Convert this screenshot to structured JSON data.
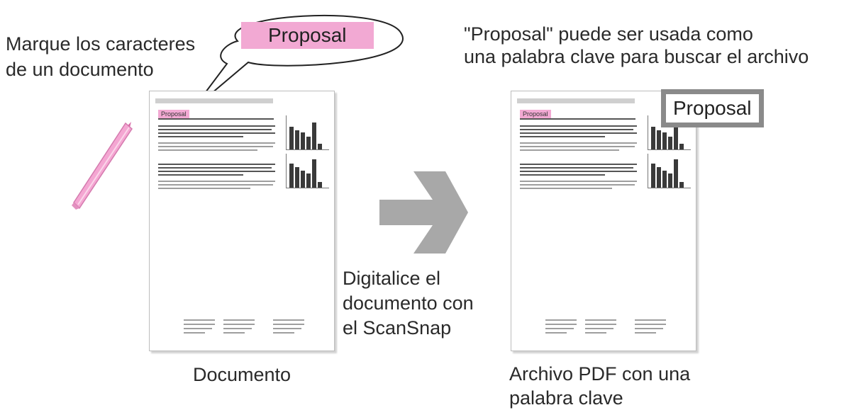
{
  "left_caption_lines": [
    "Marque los caracteres",
    "de un documento"
  ],
  "bubble_keyword": "Proposal",
  "right_caption_lines": [
    "\"Proposal\" puede ser usada como",
    "una palabra clave para buscar el archivo"
  ],
  "keyword_box_text": "Proposal",
  "scan_text_lines": [
    "Digitalice el",
    "documento con",
    "el ScanSnap"
  ],
  "left_doc_label": "Documento",
  "right_doc_label_lines": [
    "Archivo PDF con una",
    "palabra clave"
  ],
  "doc_header_text": "Proposal",
  "colors": {
    "highlight": "#f2a9d3",
    "arrow": "#a8a8a8",
    "keyword_border": "#8a8a8a",
    "marker": "#f4a6d2"
  },
  "icons": [
    "highlighter-marker-icon",
    "right-arrow-icon",
    "laptop-icon",
    "network-hub-icon"
  ]
}
